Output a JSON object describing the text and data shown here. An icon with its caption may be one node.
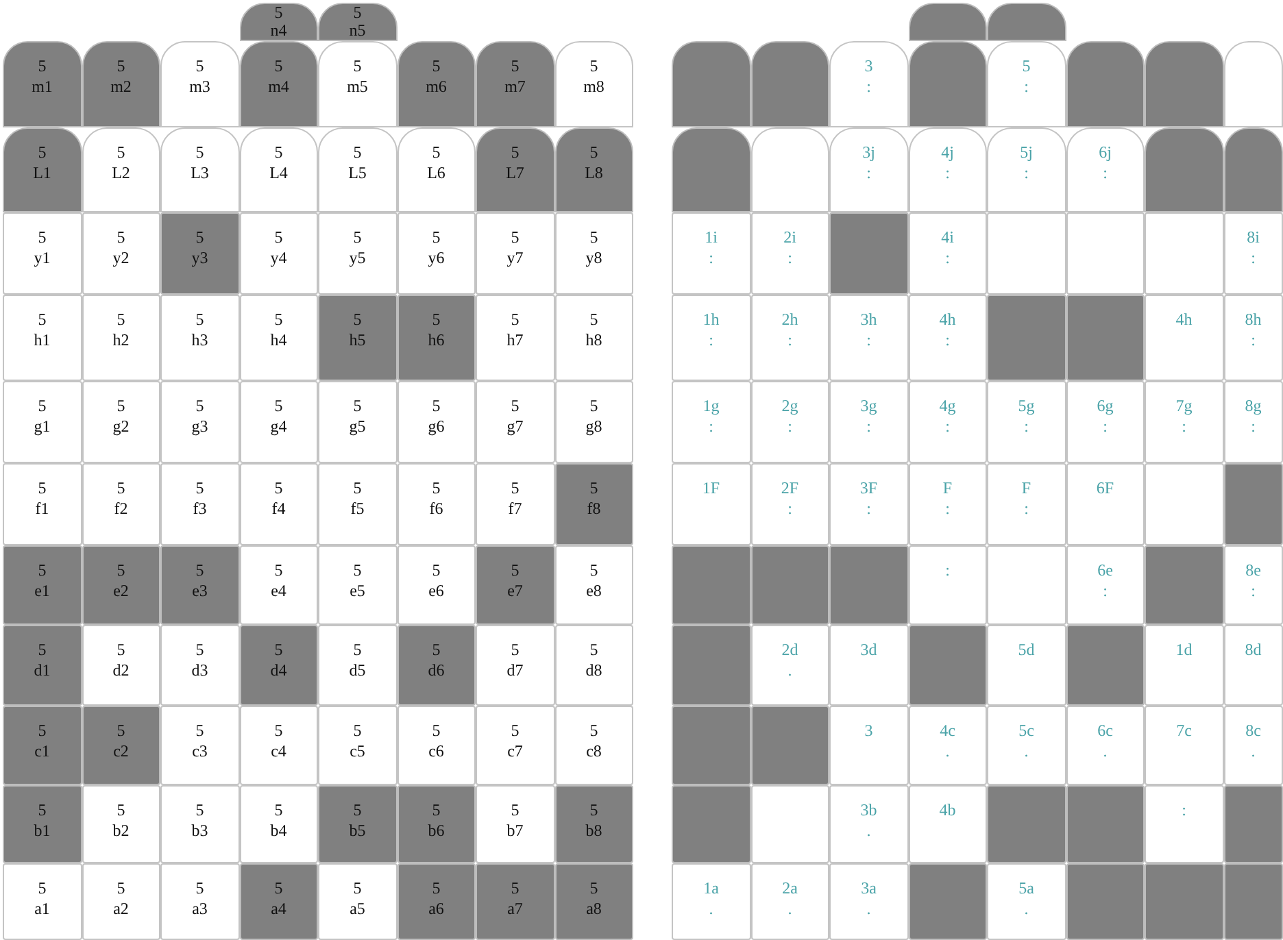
{
  "diagram": {
    "nodes": [
      {
        "text": [
          "5",
          "n4"
        ]
      },
      {
        "text": [
          "5",
          "n5"
        ]
      },
      {
        "text": [
          "5",
          "m1"
        ]
      },
      {
        "text": [
          "5",
          "m2"
        ]
      },
      {
        "text": [
          "5",
          "m3"
        ]
      },
      {
        "text": [
          "5",
          "m4"
        ]
      },
      {
        "text": [
          "5",
          "m5"
        ]
      },
      {
        "text": [
          "5",
          "m6"
        ]
      },
      {
        "text": [
          "5",
          "m7"
        ]
      },
      {
        "text": [
          "5",
          "m8"
        ]
      },
      {
        "text": [
          "5",
          "L1"
        ]
      },
      {
        "text": [
          "5",
          "L2"
        ]
      },
      {
        "text": [
          "5",
          "L3"
        ]
      },
      {
        "text": [
          "5",
          "L4"
        ]
      },
      {
        "text": [
          "5",
          "L5"
        ]
      },
      {
        "text": [
          "5",
          "L6"
        ]
      },
      {
        "text": [
          "5",
          "L7"
        ]
      },
      {
        "text": [
          "5",
          "L8"
        ]
      },
      {
        "text": [
          "5",
          "y1"
        ]
      },
      {
        "text": [
          "5",
          "y2"
        ]
      },
      {
        "text": [
          "5",
          "y3"
        ]
      },
      {
        "text": [
          "5",
          "y4"
        ]
      },
      {
        "text": [
          "5",
          "y5"
        ]
      },
      {
        "text": [
          "5",
          "y6"
        ]
      },
      {
        "text": [
          "5",
          "y7"
        ]
      },
      {
        "text": [
          "5",
          "y8"
        ]
      },
      {
        "text": [
          "5",
          "h1"
        ]
      },
      {
        "text": [
          "5",
          "h2"
        ]
      },
      {
        "text": [
          "5",
          "h3"
        ]
      },
      {
        "text": [
          "5",
          "h4"
        ]
      },
      {
        "text": [
          "5",
          "h5"
        ]
      },
      {
        "text": [
          "5",
          "h6"
        ]
      },
      {
        "text": [
          "5",
          "h7"
        ]
      },
      {
        "text": [
          "5",
          "h8"
        ]
      },
      {
        "text": [
          "5",
          "g1"
        ]
      },
      {
        "text": [
          "5",
          "g2"
        ]
      },
      {
        "text": [
          "5",
          "g3"
        ]
      },
      {
        "text": [
          "5",
          "g4"
        ]
      },
      {
        "text": [
          "5",
          "g5"
        ]
      },
      {
        "text": [
          "5",
          "g6"
        ]
      },
      {
        "text": [
          "5",
          "g7"
        ]
      },
      {
        "text": [
          "5",
          "g8"
        ]
      },
      {
        "text": [
          "5",
          "f1"
        ]
      },
      {
        "text": [
          "5",
          "f2"
        ]
      },
      {
        "text": [
          "5",
          "f3"
        ]
      },
      {
        "text": [
          "5",
          "f4"
        ]
      },
      {
        "text": [
          "5",
          "f5"
        ]
      },
      {
        "text": [
          "5",
          "f6"
        ]
      },
      {
        "text": [
          "5",
          "f7"
        ]
      },
      {
        "text": [
          "5",
          "f8"
        ]
      },
      {
        "text": [
          "5",
          "e1"
        ]
      },
      {
        "text": [
          "5",
          "e2"
        ]
      },
      {
        "text": [
          "5",
          "e3"
        ]
      },
      {
        "text": [
          "5",
          "e4"
        ]
      },
      {
        "text": [
          "5",
          "e5"
        ]
      },
      {
        "text": [
          "5",
          "e6"
        ]
      },
      {
        "text": [
          "5",
          "e7"
        ]
      },
      {
        "text": [
          "5",
          "e8"
        ]
      },
      {
        "text": [
          "5",
          "d1"
        ]
      },
      {
        "text": [
          "5",
          "d2"
        ]
      },
      {
        "text": [
          "5",
          "d3"
        ]
      },
      {
        "text": [
          "5",
          "d4"
        ]
      },
      {
        "text": [
          "5",
          "d5"
        ]
      },
      {
        "text": [
          "5",
          "d6"
        ]
      },
      {
        "text": [
          "5",
          "d7"
        ]
      },
      {
        "text": [
          "5",
          "d8"
        ]
      },
      {
        "text": [
          "5",
          "c1"
        ]
      },
      {
        "text": [
          "5",
          "c2"
        ]
      },
      {
        "text": [
          "5",
          "c3"
        ]
      },
      {
        "text": [
          "5",
          "c4"
        ]
      },
      {
        "text": [
          "5",
          "c5"
        ]
      },
      {
        "text": [
          "5",
          "c6"
        ]
      },
      {
        "text": [
          "5",
          "c7"
        ]
      },
      {
        "text": [
          "5",
          "c8"
        ]
      },
      {
        "text": [
          "5",
          "b1"
        ]
      },
      {
        "text": [
          "5",
          "b2"
        ]
      },
      {
        "text": [
          "5",
          "b3"
        ]
      },
      {
        "text": [
          "5",
          "b4"
        ]
      },
      {
        "text": [
          "5",
          "b5"
        ]
      },
      {
        "text": [
          "5",
          "b6"
        ]
      },
      {
        "text": [
          "5",
          "b7"
        ]
      },
      {
        "text": [
          "5",
          "b8"
        ]
      },
      {
        "text": [
          "5",
          "a1"
        ]
      },
      {
        "text": [
          "5",
          "a2"
        ]
      },
      {
        "text": [
          "5",
          "a3"
        ]
      },
      {
        "text": [
          "5",
          "a4"
        ]
      },
      {
        "text": [
          "5",
          "a5"
        ]
      },
      {
        "text": [
          "5",
          "a6"
        ]
      },
      {
        "text": [
          "5",
          "a7"
        ]
      },
      {
        "text": [
          "5",
          "a8"
        ]
      },
      {
        "text": [],
        "shape": "box"
      },
      {
        "text": [],
        "shape": "box"
      },
      {
        "text": [],
        "shape": "box"
      },
      {
        "text": [],
        "shape": "box"
      },
      {
        "text": [
          "3",
          ":"
        ]
      },
      {
        "text": [],
        "shape": "box"
      },
      {
        "text": [
          "5",
          ":"
        ]
      },
      {
        "text": [],
        "shape": "box"
      },
      {
        "text": [],
        "shape": "box"
      },
      {
        "text": [],
        "shape": "box"
      },
      {
        "text": [],
        "shape": "box"
      },
      {
        "text": [],
        "shape": "box"
      },
      {
        "text": [
          "3j",
          ":"
        ]
      },
      {
        "text": [
          "4j",
          ":"
        ]
      },
      {
        "text": [
          "5j",
          ":"
        ]
      },
      {
        "text": [
          "6j",
          ":"
        ]
      },
      {
        "text": [],
        "shape": "box"
      },
      {
        "text": [],
        "shape": "box"
      },
      {
        "text": [
          "1i",
          ":"
        ]
      },
      {
        "text": [
          "2i",
          ":"
        ]
      },
      {
        "text": [],
        "shape": "box"
      },
      {
        "text": [
          "4i",
          ":"
        ]
      },
      {
        "text": [],
        "shape": "box"
      },
      {
        "text": [],
        "shape": "box"
      },
      {
        "text": [],
        "shape": "box"
      },
      {
        "text": [
          "8i",
          ":"
        ]
      },
      {
        "text": [
          "1h",
          ":"
        ]
      },
      {
        "text": [
          "2h",
          ":"
        ]
      },
      {
        "text": [
          "3h",
          ":"
        ]
      },
      {
        "text": [
          "4h",
          ":"
        ]
      },
      {
        "text": [],
        "shape": "box"
      },
      {
        "text": [],
        "shape": "box"
      },
      {
        "text": [
          "4h"
        ]
      },
      {
        "text": [
          "8h",
          ":"
        ]
      },
      {
        "text": [
          "1g",
          ":"
        ]
      },
      {
        "text": [
          "2g",
          ":"
        ]
      },
      {
        "text": [
          "3g",
          ":"
        ]
      },
      {
        "text": [
          "4g",
          ":"
        ]
      },
      {
        "text": [
          "5g",
          ":"
        ]
      },
      {
        "text": [
          "6g",
          ":"
        ]
      },
      {
        "text": [
          "7g",
          ":"
        ]
      },
      {
        "text": [
          "8g",
          ":"
        ]
      },
      {
        "text": [
          "1F"
        ]
      },
      {
        "text": [
          "2F",
          ":"
        ]
      },
      {
        "text": [
          "3F",
          ":"
        ]
      },
      {
        "text": [
          "F",
          ":"
        ]
      },
      {
        "text": [
          "F",
          ":"
        ]
      },
      {
        "text": [
          "6F"
        ]
      },
      {
        "text": [],
        "shape": "box"
      },
      {
        "text": [],
        "shape": "box"
      },
      {
        "text": [],
        "shape": "box"
      },
      {
        "text": [],
        "shape": "box"
      },
      {
        "text": [],
        "shape": "box"
      },
      {
        "text": [
          ":"
        ]
      },
      {
        "text": [],
        "shape": "box"
      },
      {
        "text": [
          "6e",
          ":"
        ]
      },
      {
        "text": [],
        "shape": "box"
      },
      {
        "text": [
          "8e",
          ":"
        ]
      },
      {
        "text": [],
        "shape": "box"
      },
      {
        "text": [
          "2d",
          "."
        ]
      },
      {
        "text": [
          "3d"
        ]
      },
      {
        "text": [],
        "shape": "box"
      },
      {
        "text": [
          "5d"
        ]
      },
      {
        "text": [],
        "shape": "box"
      },
      {
        "text": [
          "1d"
        ]
      },
      {
        "text": [
          "8d"
        ]
      },
      {
        "text": [],
        "shape": "box"
      },
      {
        "text": [],
        "shape": "box"
      },
      {
        "text": [
          "3"
        ]
      },
      {
        "text": [
          "4c",
          "."
        ]
      },
      {
        "text": [
          "5c",
          "."
        ]
      },
      {
        "text": [
          "6c",
          "."
        ]
      },
      {
        "text": [
          "7c"
        ]
      },
      {
        "text": [
          "8c",
          "."
        ]
      },
      {
        "text": [],
        "shape": "box"
      },
      {
        "text": [],
        "shape": "box"
      },
      {
        "text": [
          "3b",
          "."
        ]
      },
      {
        "text": [
          "4b"
        ]
      },
      {
        "text": [],
        "shape": "box"
      },
      {
        "text": [],
        "shape": "box"
      },
      {
        "text": [
          ":"
        ]
      },
      {
        "text": [],
        "shape": "box"
      },
      {
        "text": [
          "1a",
          "."
        ]
      },
      {
        "text": [
          "2a",
          "."
        ]
      },
      {
        "text": [
          "3a",
          "."
        ]
      },
      {
        "text": [],
        "shape": "box"
      },
      {
        "text": [
          "5a",
          "."
        ]
      },
      {
        "text": [],
        "shape": "box"
      },
      {
        "text": [],
        "shape": "box"
      },
      {
        "text": [],
        "shape": "box"
      }
    ]
  }
}
